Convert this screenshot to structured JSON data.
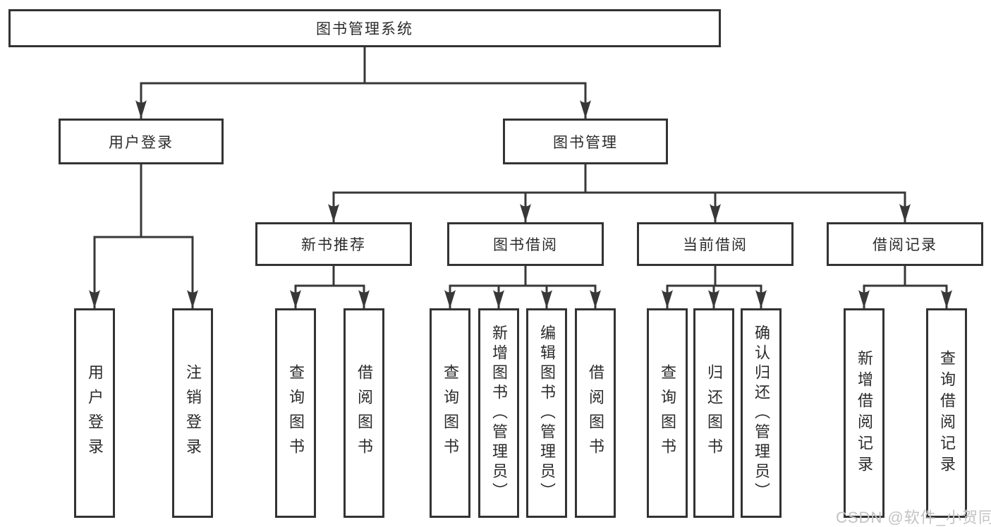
{
  "root": {
    "label": "图书管理系统"
  },
  "branches": [
    {
      "label": "用户登录",
      "leaves": [
        {
          "label": "用户登录"
        },
        {
          "label": "注销登录"
        }
      ]
    },
    {
      "label": "图书管理",
      "sections": [
        {
          "label": "新书推荐",
          "leaves": [
            {
              "label": "查询图书"
            },
            {
              "label": "借阅图书"
            }
          ]
        },
        {
          "label": "图书借阅",
          "leaves": [
            {
              "label": "查询图书"
            },
            {
              "label": "新增图书（管理员）"
            },
            {
              "label": "编辑图书（管理员）"
            },
            {
              "label": "借阅图书"
            }
          ]
        },
        {
          "label": "当前借阅",
          "leaves": [
            {
              "label": "查询图书"
            },
            {
              "label": "归还图书"
            },
            {
              "label": "确认归还（管理员）"
            }
          ]
        },
        {
          "label": "借阅记录",
          "leaves": [
            {
              "label": "新增借阅记录"
            },
            {
              "label": "查询借阅记录"
            }
          ]
        }
      ]
    }
  ],
  "watermark": {
    "text": "CSDN @软件_小贺同学"
  },
  "colors": {
    "line": "#383838",
    "border": "#333333",
    "text": "#2b2b2b",
    "watermark": "#c3c3c3"
  }
}
